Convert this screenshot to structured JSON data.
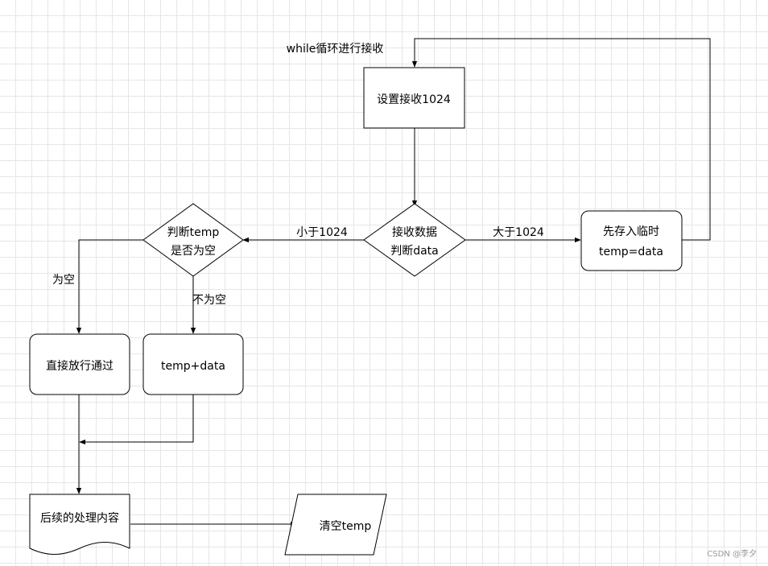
{
  "nodes": {
    "set_receive": "设置接收1024",
    "receive_judge_line1": "接收数据",
    "receive_judge_line2": "判断data",
    "store_temp_line1": "先存入临时",
    "store_temp_line2": "temp=data",
    "judge_temp_line1": "判断temp",
    "judge_temp_line2": "是否为空",
    "pass_through": "直接放行通过",
    "append": "temp+data",
    "post_process": "后续的处理内容",
    "clear_temp": "清空temp"
  },
  "edge_labels": {
    "loop": "while循环进行接收",
    "less_than": "小于1024",
    "greater_than": "大于1024",
    "empty": "为空",
    "not_empty": "不为空"
  },
  "watermark": "CSDN @李夕"
}
